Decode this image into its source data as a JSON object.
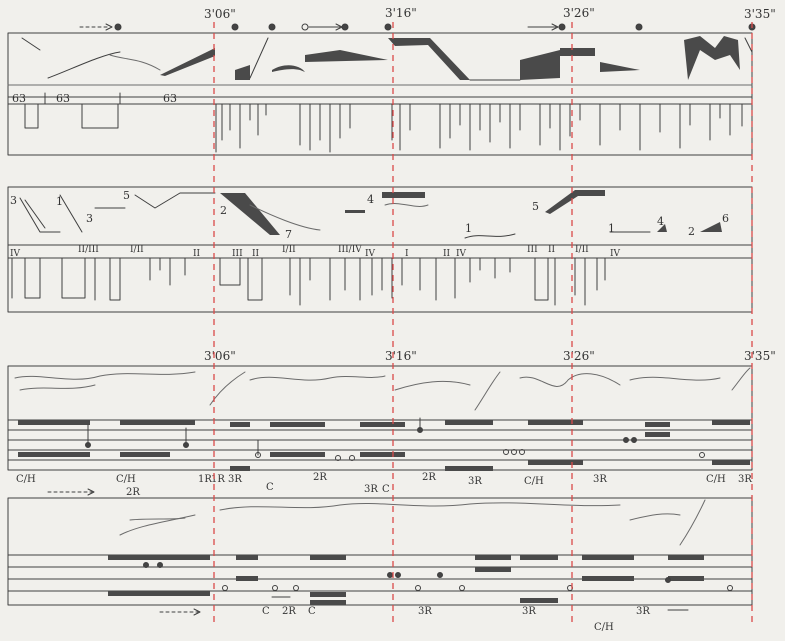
{
  "time_markers": [
    "3'06\"",
    "3'16\"",
    "3'26\"",
    "3'35\""
  ],
  "system_a": {
    "segment_labels": [
      "63",
      "63",
      "63"
    ]
  },
  "system_b": {
    "numbers": [
      "3",
      "1",
      "3",
      "5",
      "2",
      "7",
      "4",
      "1",
      "5",
      "1",
      "4",
      "2",
      "6"
    ],
    "roman": [
      "IV",
      "II/III",
      "I/II",
      "II",
      "III",
      "II",
      "I/II",
      "III/IV",
      "IV",
      "I",
      "II",
      "IV",
      "III",
      "II",
      "I/II",
      "IV"
    ]
  },
  "system_c": {
    "labels": [
      "C/H",
      "C/H",
      "2R",
      "1R",
      "1R",
      "3R",
      "C",
      "2R",
      "3R",
      "C",
      "2R",
      "3R",
      "C/H",
      "3R",
      "C/H",
      "3R"
    ]
  },
  "system_d": {
    "labels": [
      "C",
      "2R",
      "C",
      "3R",
      "3R",
      "C/H",
      "3R"
    ]
  },
  "colors": {
    "paper": "#f1f0ec",
    "pencil": "#3f3f3f",
    "red_dash": "#d94a4a"
  }
}
